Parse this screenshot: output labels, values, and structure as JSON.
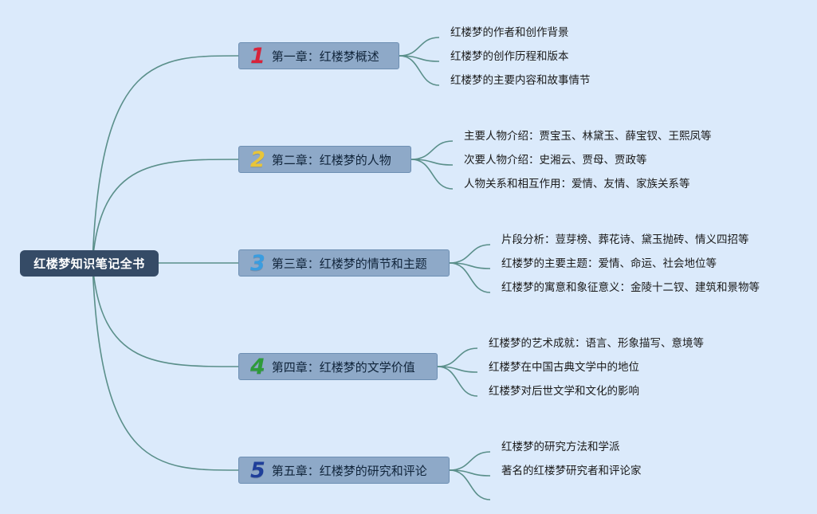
{
  "root": {
    "label": "红楼梦知识笔记全书"
  },
  "colors": {
    "background": "#dbeafb",
    "root_fill": "#354b66",
    "chapter_fill": "#8ea9c8",
    "connector": "#5a8f8a"
  },
  "chapters": [
    {
      "number": "1",
      "number_color": "#d8233a",
      "label": "第一章：红楼梦概述",
      "items": [
        "红楼梦的作者和创作背景",
        "红楼梦的创作历程和版本",
        "红楼梦的主要内容和故事情节"
      ]
    },
    {
      "number": "2",
      "number_color": "#e8c53a",
      "label": "第二章：红楼梦的人物",
      "items": [
        "主要人物介绍：贾宝玉、林黛玉、薛宝钗、王熙凤等",
        "次要人物介绍：史湘云、贾母、贾政等",
        "人物关系和相互作用：爱情、友情、家族关系等"
      ]
    },
    {
      "number": "3",
      "number_color": "#3a9de0",
      "label": "第三章：红楼梦的情节和主题",
      "items": [
        "片段分析：荳芽榜、葬花诗、黛玉抛砖、情义四招等",
        "红楼梦的主要主题：爱情、命运、社会地位等",
        "红楼梦的寓意和象征意义：金陵十二钗、建筑和景物等"
      ]
    },
    {
      "number": "4",
      "number_color": "#2e9b3a",
      "label": "第四章：红楼梦的文学价值",
      "items": [
        "红楼梦的艺术成就：语言、形象描写、意境等",
        "红楼梦在中国古典文学中的地位",
        "红楼梦对后世文学和文化的影响"
      ]
    },
    {
      "number": "5",
      "number_color": "#1f3f9a",
      "label": "第五章：红楼梦的研究和评论",
      "items": [
        "红楼梦的研究方法和学派",
        "著名的红楼梦研究者和评论家",
        ""
      ]
    }
  ]
}
